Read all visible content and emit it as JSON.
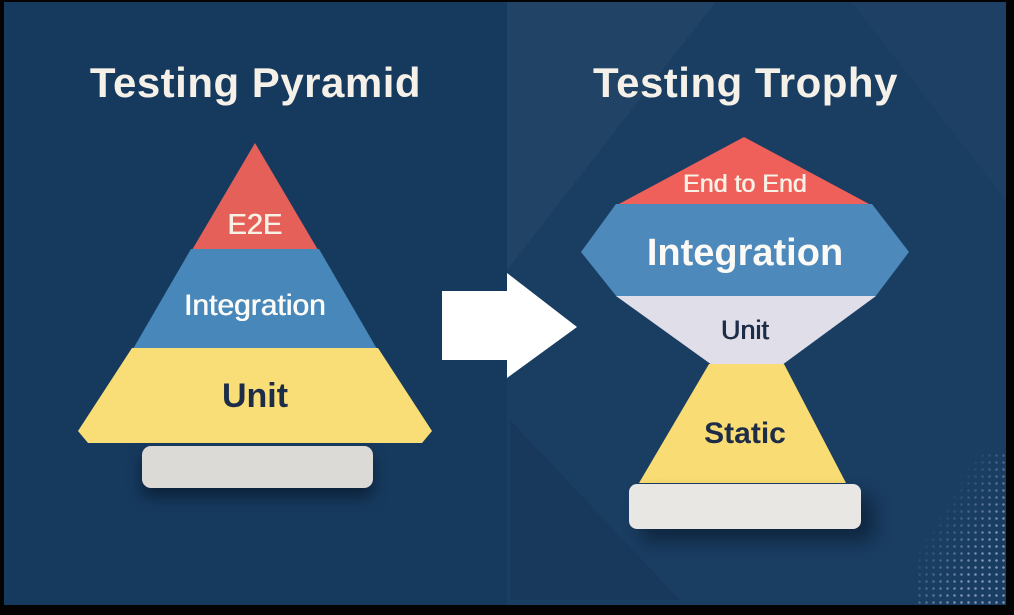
{
  "slide": {
    "frame_color": "#030303",
    "title_color": "#f5f1e8",
    "panels": {
      "left_bg": "#163a5e",
      "right_bg": "#1a3d62",
      "dot_color": "#8fa6c4"
    },
    "arrow": {
      "color": "#ffffff"
    },
    "left": {
      "title": "Testing Pyramid",
      "diagram": "pyramid",
      "layers": [
        {
          "label": "E2E",
          "color": "#e6605a",
          "text_color": "#f7f0e4"
        },
        {
          "label": "Integration",
          "color": "#4787ba",
          "text_color": "#fbfaf6"
        },
        {
          "label": "Unit",
          "color": "#f9dd76",
          "text_color": "#1d2d47"
        }
      ],
      "base_color": "#dcdad6"
    },
    "right": {
      "title": "Testing Trophy",
      "diagram": "trophy",
      "layers": [
        {
          "label": "End to End",
          "color": "#ee6059",
          "text_color": "#f7f0e4"
        },
        {
          "label": "Integration",
          "color": "#4e89bc",
          "text_color": "#fbfaf6"
        },
        {
          "label": "Unit",
          "color": "#dfdee9",
          "text_color": "#1d2d47"
        },
        {
          "label": "Static",
          "color": "#f9dc73",
          "text_color": "#1d2d47"
        }
      ],
      "base_color": "#e8e7e4"
    }
  }
}
